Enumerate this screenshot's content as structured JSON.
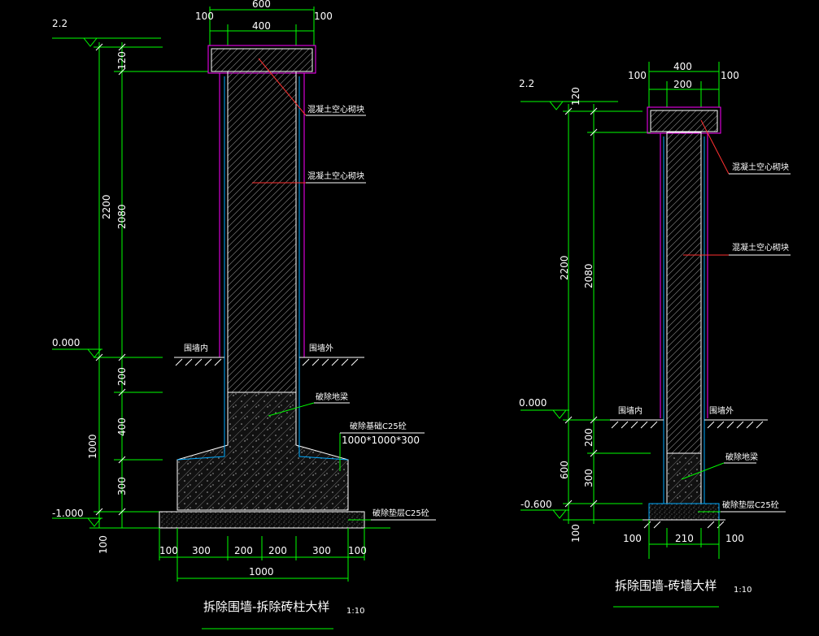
{
  "left": {
    "elevation_top": "2.2",
    "elevation_zero": "0.000",
    "elevation_bottom": "-1.000",
    "dim_top_total": "600",
    "dim_top_left": "100",
    "dim_top_mid": "400",
    "dim_top_right": "100",
    "dim_v_outer_upper": "2200",
    "dim_v_cap": "120",
    "dim_v_column": "2080",
    "dim_v_outer_lower": "1000",
    "dim_v_200": "200",
    "dim_v_400": "400",
    "dim_v_300": "300",
    "dim_v_100": "100",
    "bottom_dims": [
      "100",
      "300",
      "200",
      "200",
      "300",
      "100"
    ],
    "bottom_total": "1000",
    "label_block_1": "混凝土空心砌块",
    "label_block_2": "混凝土空心砌块",
    "label_inside": "围墙内",
    "label_outside": "围墙外",
    "label_beam": "破除地梁",
    "label_foundation_1": "破除基础C25砼",
    "label_foundation_2": "1000*1000*300",
    "label_cushion": "破除垫层C25砼",
    "title": "拆除围墙-拆除砖柱大样",
    "scale": "1:10"
  },
  "right": {
    "elevation_top": "2.2",
    "elevation_zero": "0.000",
    "elevation_bottom": "-0.600",
    "dim_top_total": "400",
    "dim_top_left": "100",
    "dim_top_mid": "200",
    "dim_top_right": "100",
    "dim_v_outer_upper": "2200",
    "dim_v_cap": "120",
    "dim_v_column": "2080",
    "dim_v_outer_lower": "600",
    "dim_v_200": "200",
    "dim_v_300": "300",
    "dim_v_100": "100",
    "bottom_dims": [
      "100",
      "210",
      "100"
    ],
    "label_block_1": "混凝土空心砌块",
    "label_block_2": "混凝土空心砌块",
    "label_inside": "围墙内",
    "label_outside": "围墙外",
    "label_beam": "破除地梁",
    "label_cushion": "破除垫层C25砼",
    "title": "拆除围墙-砖墙大样",
    "scale": "1:10"
  }
}
